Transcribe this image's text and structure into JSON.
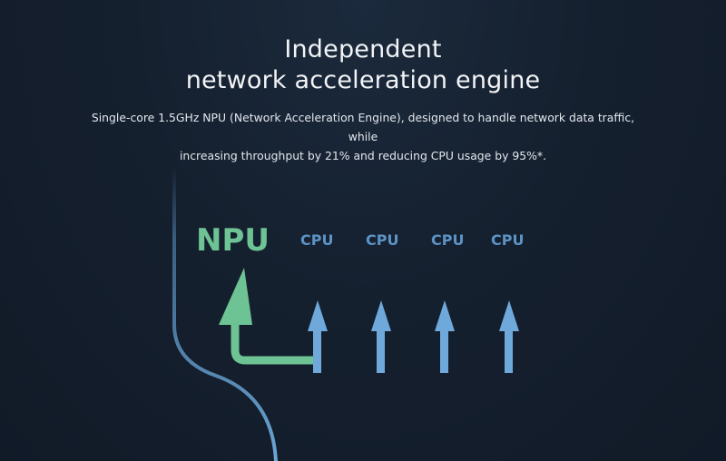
{
  "heading": {
    "line1": "Independent",
    "line2": "network acceleration engine"
  },
  "description": {
    "line1": "Single-core 1.5GHz NPU (Network Acceleration Engine), designed to handle network data traffic, while",
    "line2": "increasing throughput by 21% and reducing CPU usage by 95%*."
  },
  "diagram": {
    "npu_label": "NPU",
    "cpu_labels": [
      "CPU",
      "CPU",
      "CPU",
      "CPU"
    ],
    "npu_icon": "arrow-up-turn-icon",
    "cpu_icon": "arrow-up-icon",
    "colors": {
      "npu": "#6ec395",
      "cpu": "#5c93c4",
      "lane_line": "#3f6f9c"
    }
  }
}
